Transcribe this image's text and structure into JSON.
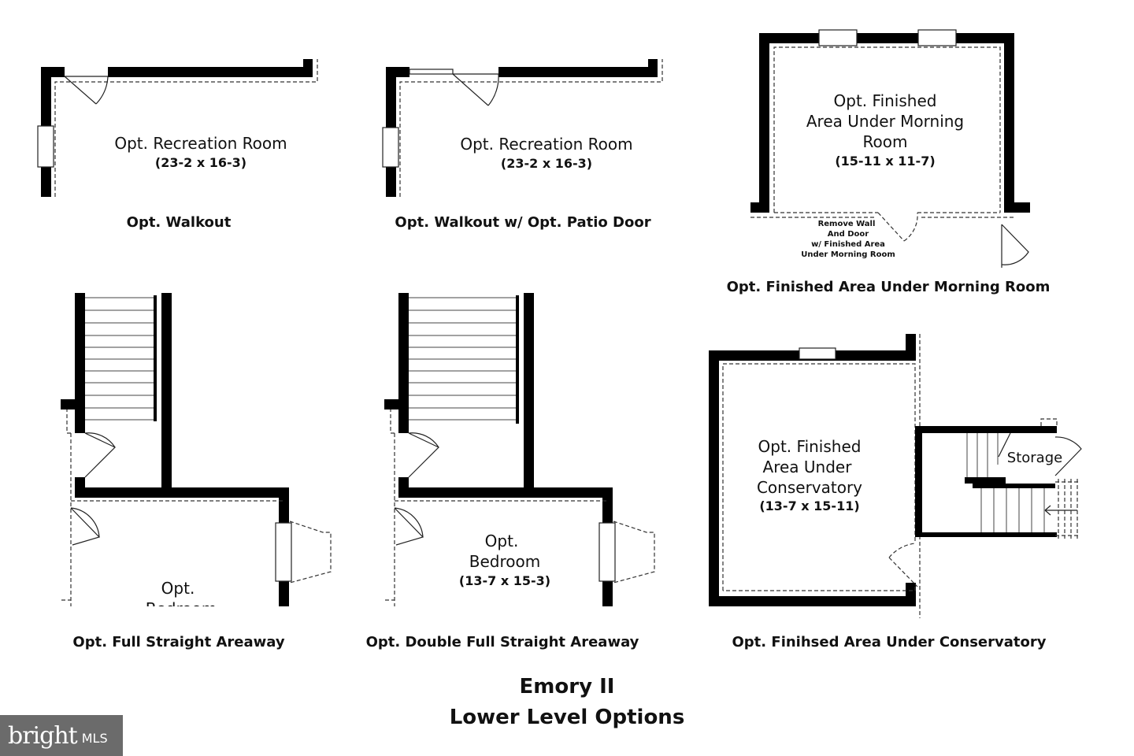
{
  "title": {
    "line1": "Emory II",
    "line2": "Lower Level Options"
  },
  "panels": [
    {
      "caption": "Opt. Walkout",
      "room": "Opt. Recreation Room",
      "dims": "(23-2 x 16-3)"
    },
    {
      "caption": "Opt. Walkout w/ Opt. Patio Door",
      "room": "Opt. Recreation Room",
      "dims": "(23-2 x 16-3)"
    },
    {
      "caption": "Opt. Finished Area Under Morning Room",
      "room_lines": [
        "Opt. Finished",
        "Area Under Morning",
        "Room"
      ],
      "dims": "(15-11 x 11-7)",
      "note_lines": [
        "Remove Wall",
        "And Door",
        "w/ Finished Area",
        "Under Morning Room"
      ]
    },
    {
      "caption": "Opt. Full Straight Areaway",
      "room_lines": [
        "Opt.",
        "Bedroom"
      ]
    },
    {
      "caption": "Opt. Double Full Straight Areaway",
      "room_lines": [
        "Opt.",
        "Bedroom"
      ],
      "dims": "(13-7 x 15-3)"
    },
    {
      "caption": "Opt. Finihsed Area Under Conservatory",
      "room_lines": [
        "Opt. Finished",
        "Area Under",
        "Conservatory"
      ],
      "dims": "(13-7 x 15-11)",
      "storage": "Storage"
    }
  ],
  "logo": {
    "brand": "bright",
    "suffix": "MLS"
  }
}
